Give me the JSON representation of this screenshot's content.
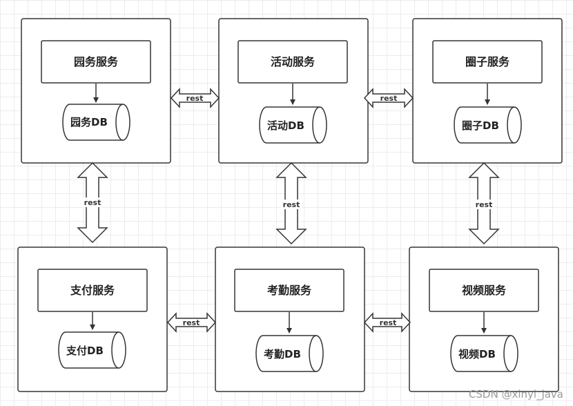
{
  "nodes": [
    {
      "service": "园务服务",
      "db": "园务DB"
    },
    {
      "service": "活动服务",
      "db": "活动DB"
    },
    {
      "service": "圈子服务",
      "db": "圈子DB"
    },
    {
      "service": "支付服务",
      "db": "支付DB"
    },
    {
      "service": "考勤服务",
      "db": "考勤DB"
    },
    {
      "service": "视频服务",
      "db": "视频DB"
    }
  ],
  "connections": [
    {
      "label": "rest"
    },
    {
      "label": "rest"
    },
    {
      "label": "rest"
    },
    {
      "label": "rest"
    },
    {
      "label": "rest"
    },
    {
      "label": "rest"
    },
    {
      "label": "rest"
    }
  ],
  "watermark": "CSDN @xinyi_java"
}
